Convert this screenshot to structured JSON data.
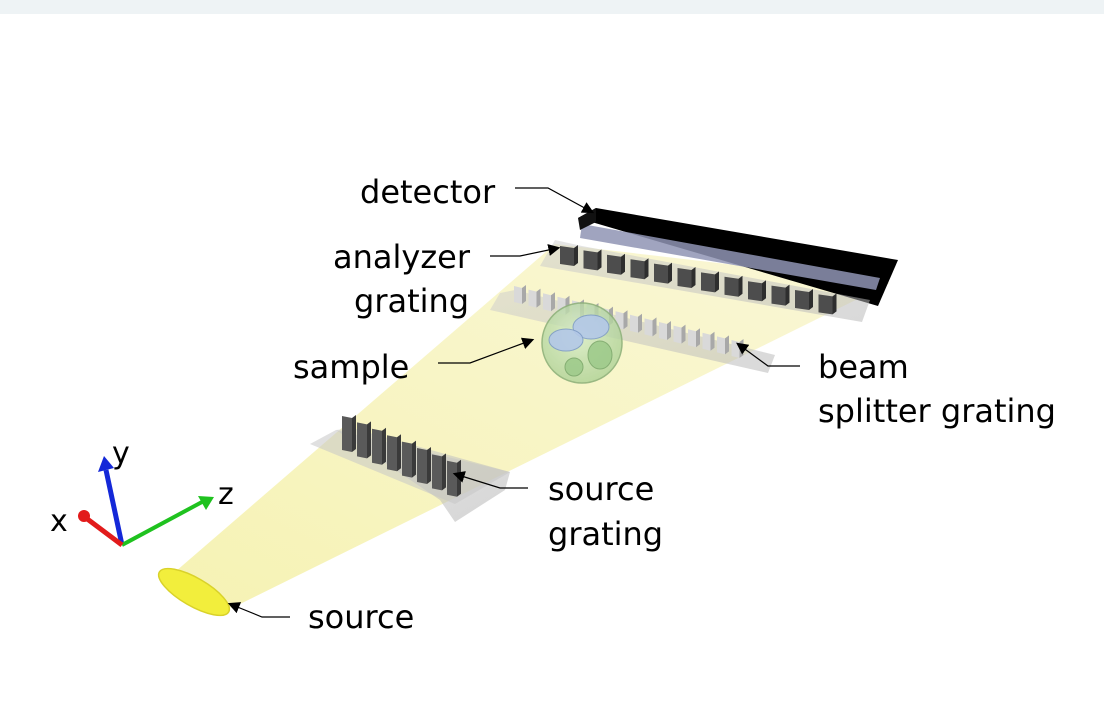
{
  "labels": {
    "detector": "detector",
    "analyzer_line1": "analyzer",
    "analyzer_line2": "grating",
    "sample": "sample",
    "beam_line1": "beam",
    "beam_line2": "splitter grating",
    "source_grating_line1": "source",
    "source_grating_line2": "grating",
    "source": "source"
  },
  "axes": {
    "x": "x",
    "y": "y",
    "z": "z"
  },
  "colors": {
    "beam": "#f6f1a8",
    "source": "#f2ee3c",
    "detector": "#000000",
    "x_axis": "#e21b1b",
    "y_axis": "#1428d8",
    "z_axis": "#1fc21f",
    "sample": "#b9dca6"
  }
}
